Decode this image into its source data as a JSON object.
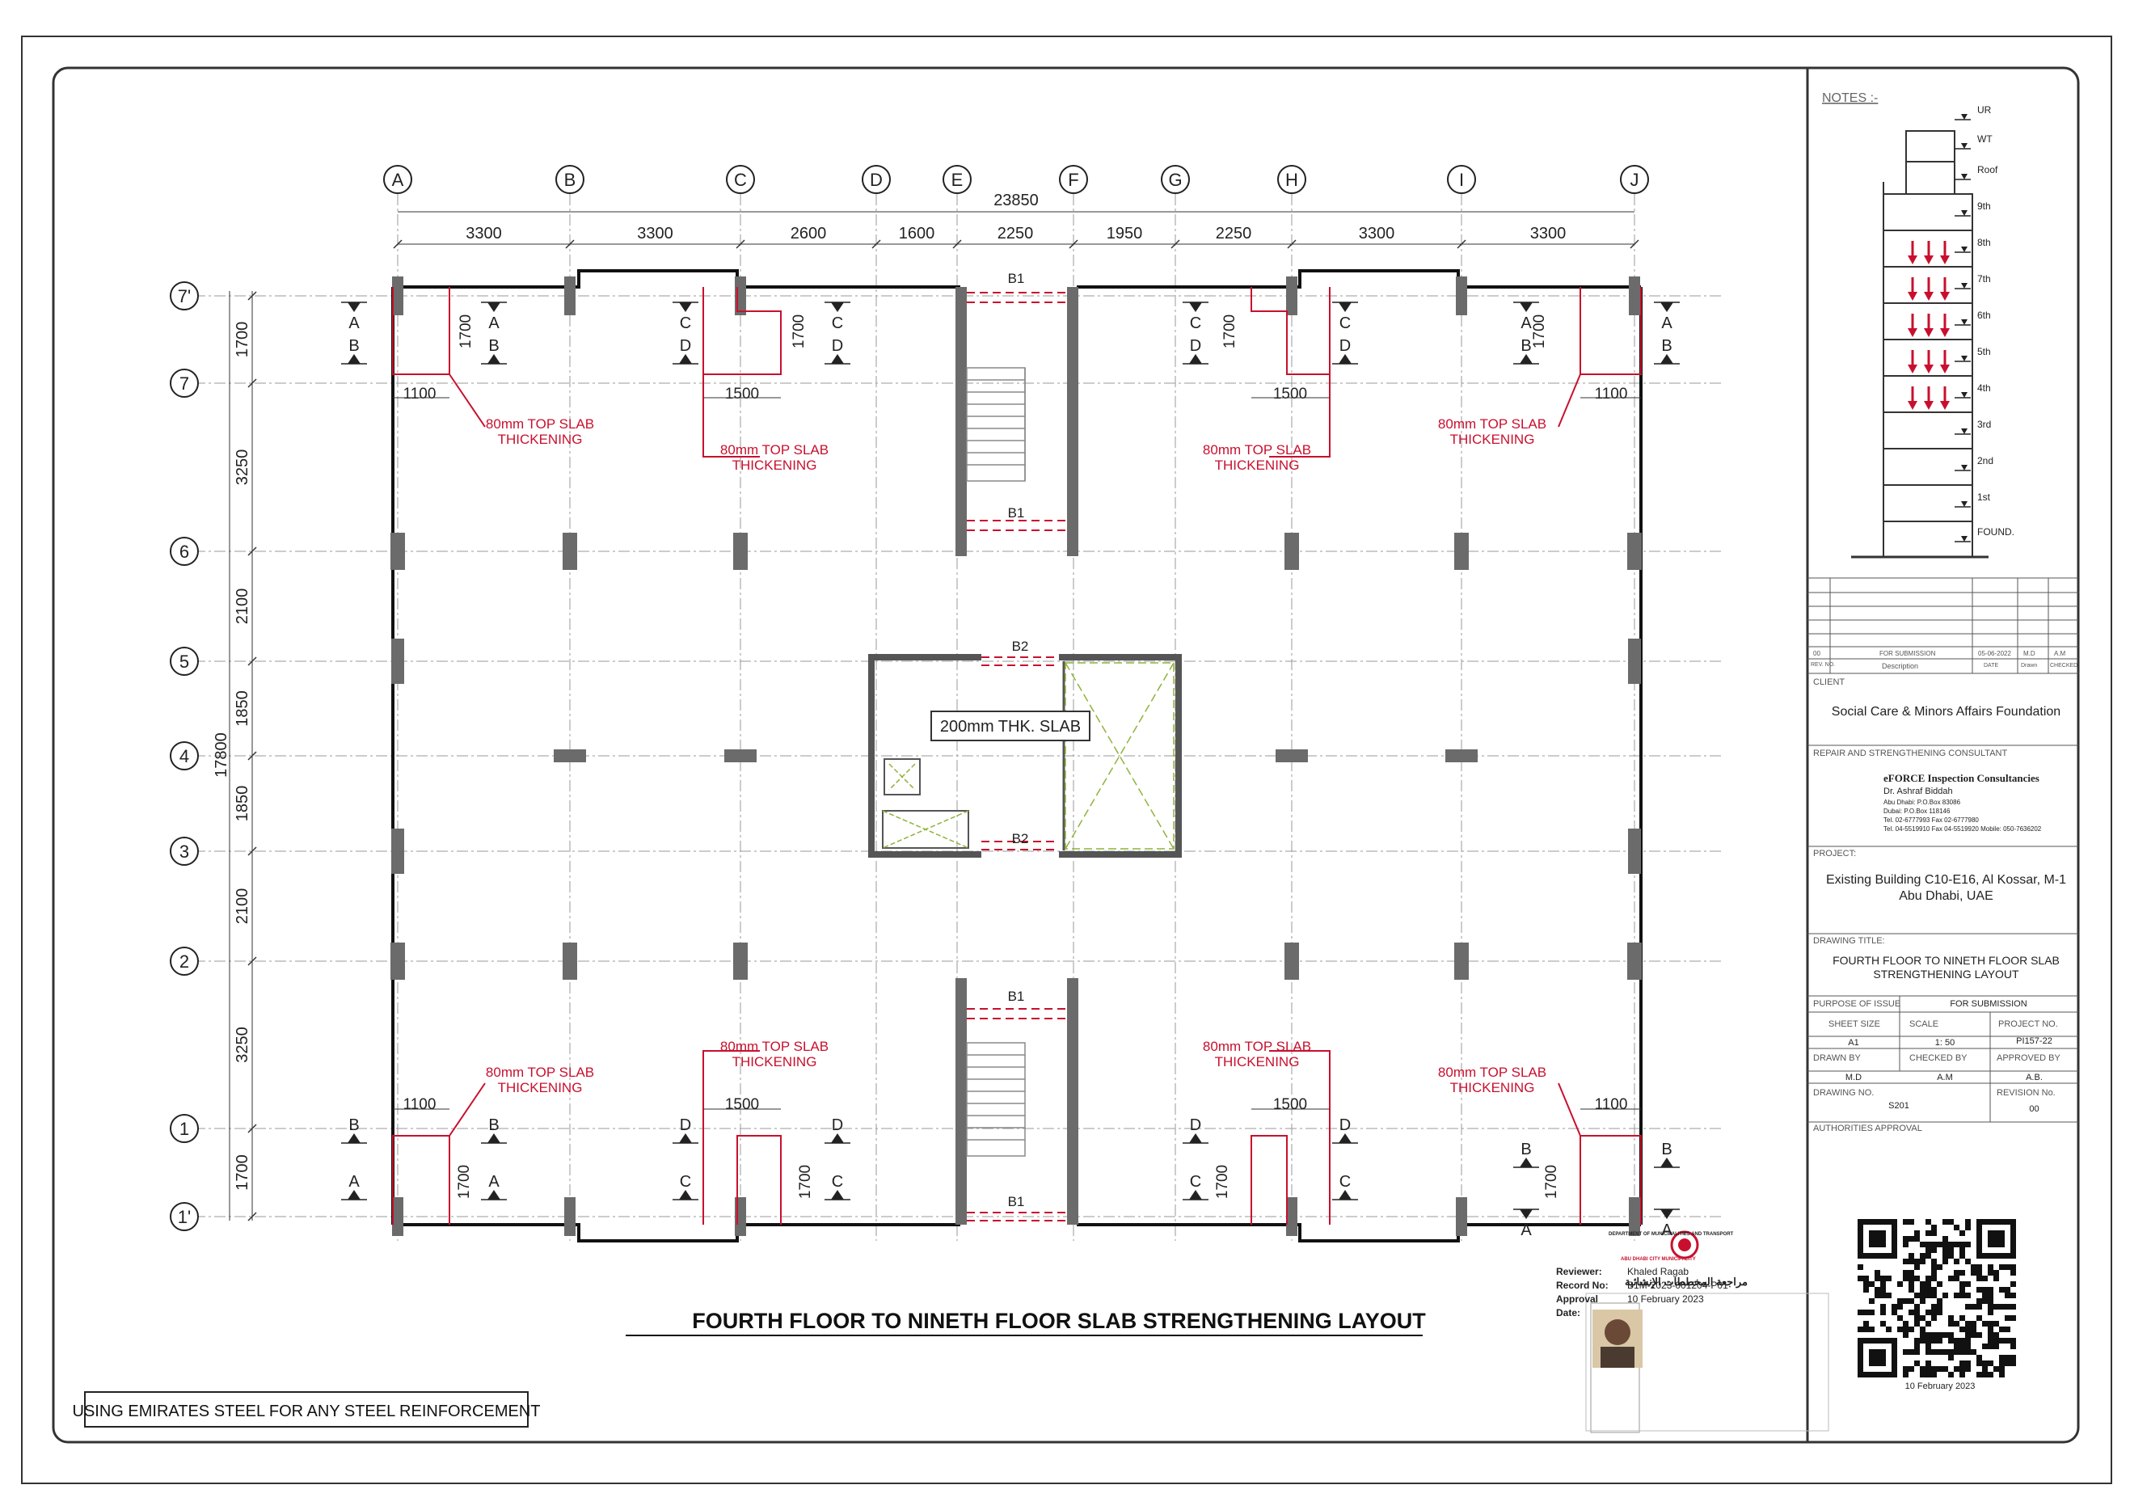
{
  "drawing": {
    "title": "FOURTH FLOOR  TO NINETH FLOOR SLAB  STRENGTHENING LAYOUT",
    "steel_note": "USING EMIRATES STEEL FOR ANY STEEL REINFORCEMENT",
    "overall_width": "23850",
    "overall_height": "17800",
    "core_slab_label": "200mm THK. SLAB",
    "thickening_label_1": "80mm TOP SLAB",
    "thickening_label_2": "THICKENING",
    "grid_columns": [
      "A",
      "B",
      "C",
      "D",
      "E",
      "F",
      "G",
      "H",
      "I",
      "J"
    ],
    "column_spacings": [
      "3300",
      "3300",
      "2600",
      "1600",
      "2250",
      "1950",
      "2250",
      "3300",
      "3300"
    ],
    "grid_rows": [
      "7'",
      "7",
      "6",
      "5",
      "4",
      "3",
      "2",
      "1",
      "1'"
    ],
    "row_spacings": [
      "1700",
      "3250",
      "2100",
      "1850",
      "1850",
      "2100",
      "3250",
      "1700"
    ],
    "local_dims": {
      "d1100": "1100",
      "d1500": "1500",
      "d1700": "1700"
    },
    "beam_labels": {
      "b1": "B1",
      "b2": "B2"
    },
    "section_marks": {
      "a": "A",
      "b": "B",
      "c": "C",
      "d": "D"
    }
  },
  "notes": {
    "heading": "NOTES :-",
    "levels": [
      "UR",
      "WT",
      "Roof",
      "9th",
      "8th",
      "7th",
      "6th",
      "5th",
      "4th",
      "3rd",
      "2nd",
      "1st",
      "FOUND."
    ]
  },
  "revision": {
    "row": {
      "no": "00",
      "description": "FOR SUBMISSION",
      "date": "05-06-2022",
      "drawn": "M.D",
      "checked": "A.M"
    },
    "headers": {
      "no": "REV. NO.",
      "description": "Description",
      "date": "DATE",
      "drawn": "Drawn",
      "checked": "CHECKED"
    }
  },
  "title_block": {
    "client_label": "CLIENT",
    "client": "Social Care & Minors Affairs Foundation",
    "consultant_label": "REPAIR AND STRENGTHENING CONSULTANT",
    "consultant_name": "eFORCE Inspection Consultancies",
    "consultant_person": "Dr. Ashraf Biddah",
    "consultant_lines": [
      "Abu Dhabi: P.O.Box 83086",
      "Dubai: P.O.Box 118146",
      "Tel. 02-6777993  Fax 02-6777980",
      "Tel. 04-5519910  Fax 04-5519920   Mobile: 050-7636202"
    ],
    "project_label": "PROJECT:",
    "project_line1": "Existing Building C10-E16, Al Kossar, M-1",
    "project_line2": "Abu Dhabi, UAE",
    "drawing_title_label": "DRAWING TITLE:",
    "drawing_title_line1": "FOURTH FLOOR  TO NINETH FLOOR SLAB",
    "drawing_title_line2": "STRENGTHENING LAYOUT",
    "purpose_label": "PURPOSE OF ISSUE",
    "purpose": "FOR SUBMISSION",
    "sheet_size_label": "SHEET SIZE",
    "sheet_size": "A1",
    "scale_label": "SCALE",
    "scale": "1: 50",
    "project_no_label": "PROJECT NO.",
    "project_no": "PI157-22",
    "drawn_by_label": "DRAWN BY",
    "drawn_by": "M.D",
    "checked_by_label": "CHECKED BY",
    "checked_by": "A.M",
    "approved_by_label": "APPROVED BY",
    "approved_by": "A.B.",
    "drawing_no_label": "DRAWING NO.",
    "drawing_no": "S201",
    "revision_no_label": "REVISION No.",
    "revision_no": "00",
    "authorities_label": "AUTHORITIES APPROVAL",
    "qr_date": "10 February 2023"
  },
  "approval_stamp": {
    "authority_lines": [
      "DEPARTMENT OF MUNICIPALITIES AND TRANSPORT",
      "ABU DHABI CITY MUNICIPALITY"
    ],
    "heading_ar": "مراجعة المخططات الإنشائية",
    "reviewer_label": "Reviewer:",
    "reviewer": "Khaled Ragab",
    "record_label": "Record No:",
    "record": "B1M-2023-001204-P01",
    "approval_label": "Approval Date:",
    "approval_date": "10 February 2023"
  },
  "colors": {
    "ink": "#222222",
    "red": "#c8102e",
    "column_fill": "#6b6b6b",
    "green": "#8fb33a",
    "grid": "#9a9a9a"
  }
}
